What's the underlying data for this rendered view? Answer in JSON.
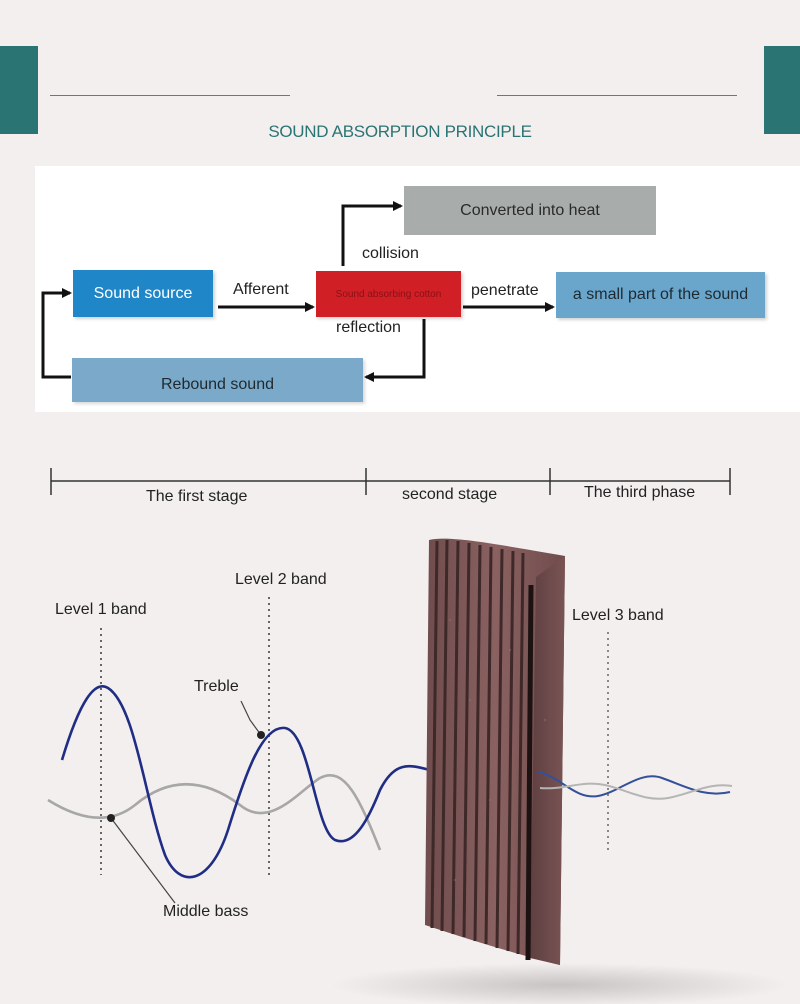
{
  "title": "SOUND ABSORPTION PRINCIPLE",
  "colors": {
    "accent_teal": "#2a7474",
    "sound_source_box": "#1f86c7",
    "absorbing_box": "#d11f26",
    "heat_box": "#a8adab",
    "small_part_box": "#6aa6cc",
    "rebound_box": "#7aa9c9",
    "treble_wave": "#1f2d85",
    "bass_wave": "#a7a7a7",
    "foam": "#7e5757"
  },
  "flow": {
    "sound_source": "Sound source",
    "absorbing_material": "Sound absorbing cotton",
    "converted_heat": "Converted into heat",
    "small_part": "a small part of the sound",
    "rebound": "Rebound sound",
    "afferent": "Afferent",
    "collision": "collision",
    "penetrate": "penetrate",
    "reflection": "reflection"
  },
  "stages": {
    "first": "The first stage",
    "second": "second stage",
    "third": "The third phase"
  },
  "bands": {
    "level1": "Level 1 band",
    "level2": "Level 2 band",
    "level3": "Level 3 band",
    "treble": "Treble",
    "middle_bass": "Middle bass"
  }
}
